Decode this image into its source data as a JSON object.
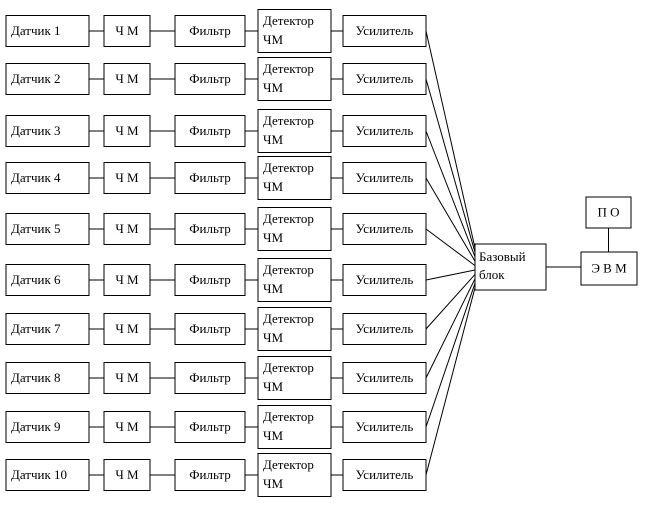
{
  "diagram": {
    "background": "#ffffff",
    "box_fill": "#ffffff",
    "box_border": "#000000",
    "line_color": "#000000",
    "sensors": [
      "Датчик 1",
      "Датчик 2",
      "Датчик 3",
      "Датчик 4",
      "Датчик 5",
      "Датчик 6",
      "Датчик 7",
      "Датчик 8",
      "Датчик 9",
      "Датчик 10"
    ],
    "modulator_label": "Ч М",
    "filter_label": "Фильтр",
    "detector_line1": "Детектор",
    "detector_line2": "ЧМ",
    "amplifier_label": "Усилитель",
    "base_block_line1": "Базовый",
    "base_block_line2": "блок",
    "software_label": "П О",
    "computer_label": "Э В М"
  }
}
